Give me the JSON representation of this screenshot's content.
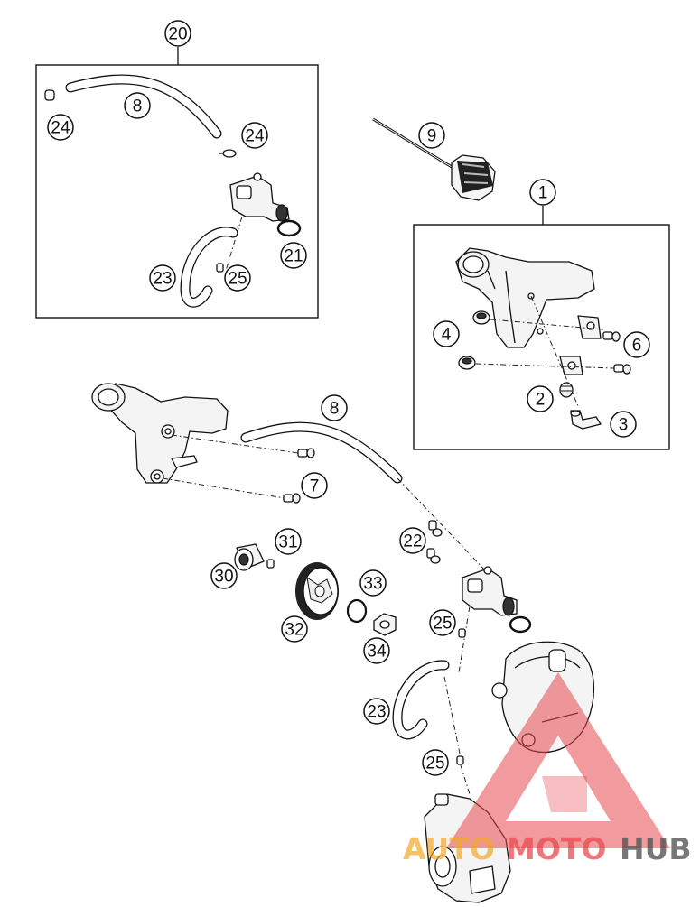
{
  "callouts": {
    "c20": "20",
    "c8a": "8",
    "c24a": "24",
    "c24b": "24",
    "c21": "21",
    "c23a": "23",
    "c25a": "25",
    "c9": "9",
    "c1": "1",
    "c4": "4",
    "c6": "6",
    "c2": "2",
    "c3": "3",
    "c8b": "8",
    "c7": "7",
    "c31": "31",
    "c30": "30",
    "c33": "33",
    "c32": "32",
    "c34": "34",
    "c22": "22",
    "c25b": "25",
    "c23b": "23",
    "c25c": "25"
  },
  "watermark": {
    "part1": "AUTO",
    "part2": "MOTO",
    "part3": "HUB",
    "colors": {
      "triangle": "#e8494f",
      "auto": "#f5a623",
      "moto": "#e8494f",
      "hub": "#555555"
    }
  }
}
